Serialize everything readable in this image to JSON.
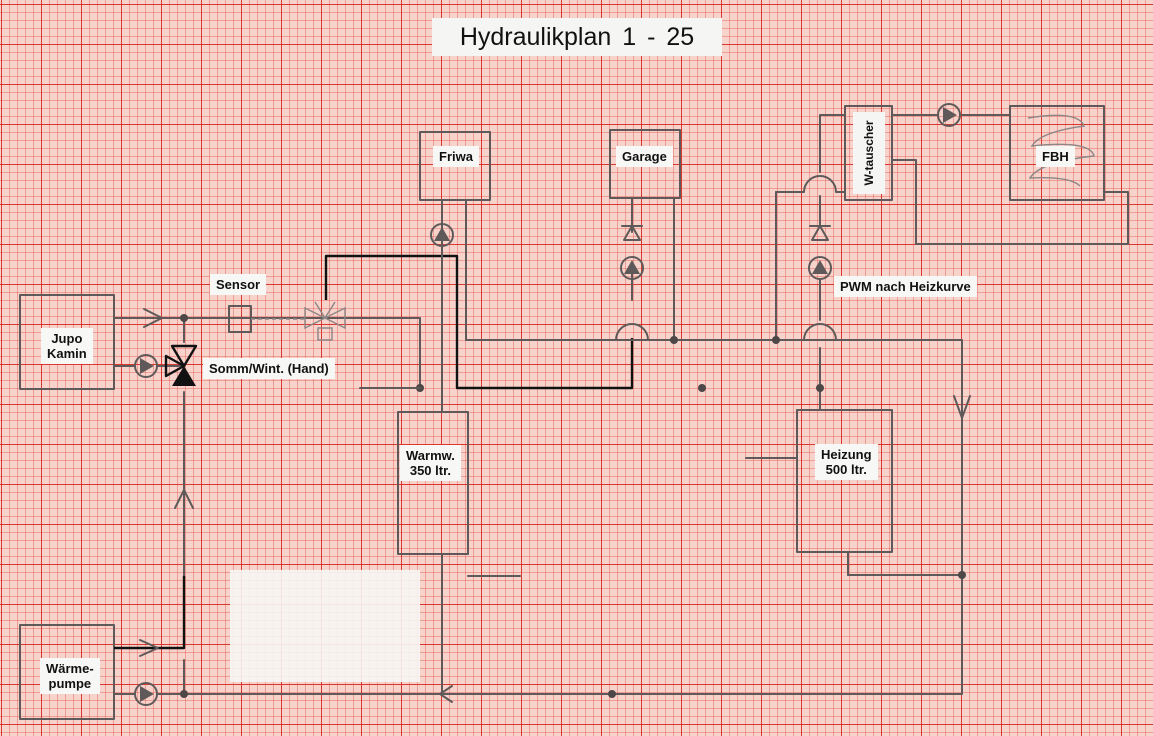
{
  "title": "Hydraulikplan 1 - 25",
  "components": {
    "friwa": "Friwa",
    "garage": "Garage",
    "w_tauscher": "W-tauscher",
    "fbh": "FBH",
    "sensor": "Sensor",
    "jupo_kamin": [
      "Jupo",
      "Kamin"
    ],
    "somm_wint": "Somm/Wint. (Hand)",
    "pwm": "PWM  nach Heizkurve",
    "warmwasser": [
      "Warmw.",
      "350 ltr."
    ],
    "heizung": [
      "Heizung",
      "500 ltr."
    ],
    "waermepumpe": [
      "Wärme-",
      "pumpe"
    ]
  }
}
